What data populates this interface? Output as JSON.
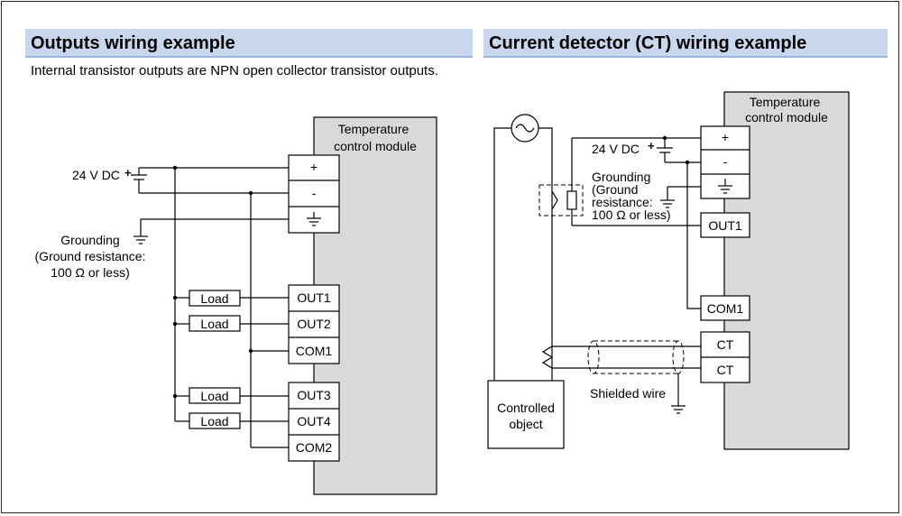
{
  "left": {
    "title": "Outputs wiring example",
    "description": "Internal transistor outputs are NPN open collector transistor outputs.",
    "module_label": [
      "Temperature",
      "control module"
    ],
    "power_label": "24 V DC",
    "terminals": {
      "plus": "+",
      "minus": "-",
      "out1": "OUT1",
      "out2": "OUT2",
      "com1": "COM1",
      "out3": "OUT3",
      "out4": "OUT4",
      "com2": "COM2"
    },
    "load_label": "Load",
    "grounding_label": [
      "Grounding",
      "(Ground resistance:",
      "100 Ω or less)"
    ]
  },
  "right": {
    "title": "Current detector (CT) wiring example",
    "module_label": [
      "Temperature",
      "control module"
    ],
    "power_label": "24 V DC",
    "terminals": {
      "plus": "+",
      "minus": "-",
      "out1": "OUT1",
      "com1": "COM1",
      "ct": "CT"
    },
    "grounding_label": [
      "Grounding",
      "(Ground",
      "resistance:",
      "100 Ω or less)"
    ],
    "controlled_object_label": [
      "Controlled",
      "object"
    ],
    "shielded_wire_label": "Shielded wire"
  },
  "colors": {
    "title_band": "#c8d7ee",
    "module_fill": "#d9d9d9"
  }
}
